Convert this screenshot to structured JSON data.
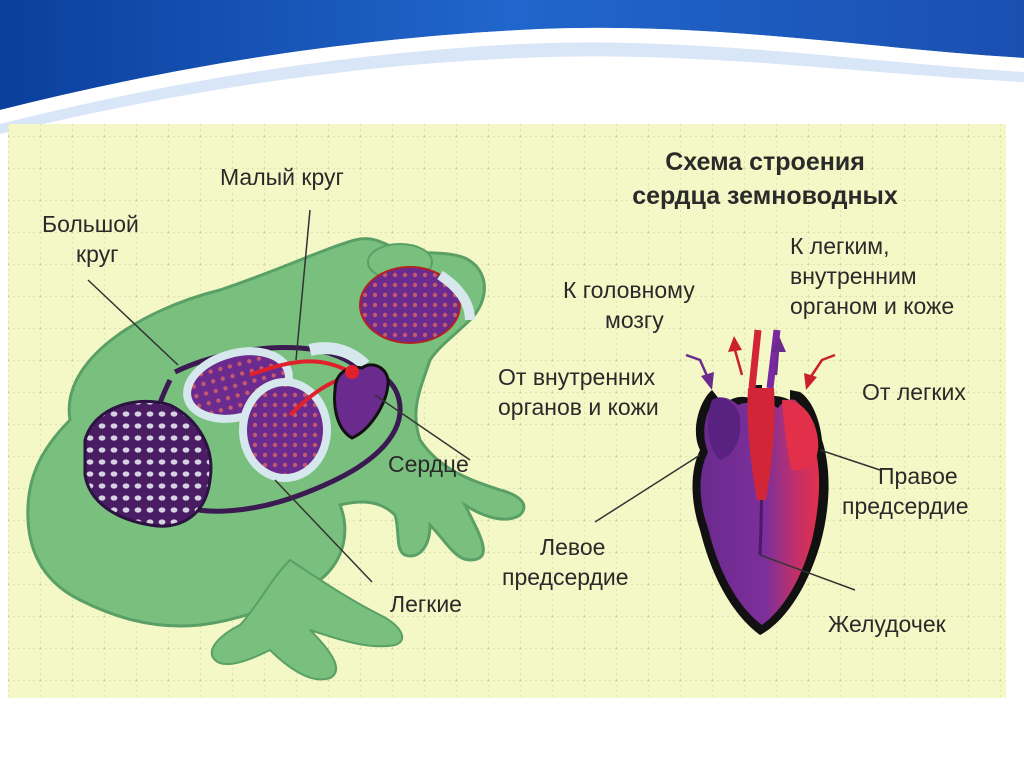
{
  "diagram": {
    "title": {
      "line1": "Схема строения",
      "line2": "сердца земноводных"
    },
    "frog_labels": {
      "small_circle": "Малый круг",
      "big_circle_1": "Большой",
      "big_circle_2": "круг",
      "heart": "Сердце",
      "lungs": "Легкие"
    },
    "heart_labels": {
      "to_head_1": "К головному",
      "to_head_2": "мозгу",
      "to_lungs_1": "К легким,",
      "to_lungs_2": "внутренним",
      "to_lungs_3": "органом и коже",
      "from_organs_1": "От внутренних",
      "from_organs_2": "органов и кожи",
      "from_lungs": "От легких",
      "right_atrium_1": "Правое",
      "right_atrium_2": "предсердие",
      "left_atrium_1": "Левое",
      "left_atrium_2": "предсердие",
      "ventricle": "Желудочек"
    },
    "colors": {
      "background": "#f3f8c6",
      "grid": "#c9cf9a",
      "frog_body": "#79c07f",
      "frog_outline": "#5aa066",
      "venous_blood": "#6a2a8e",
      "arterial_blood": "#e0202b",
      "heart_outline": "#1a1a1a",
      "header_band": "#1a55b8"
    }
  }
}
